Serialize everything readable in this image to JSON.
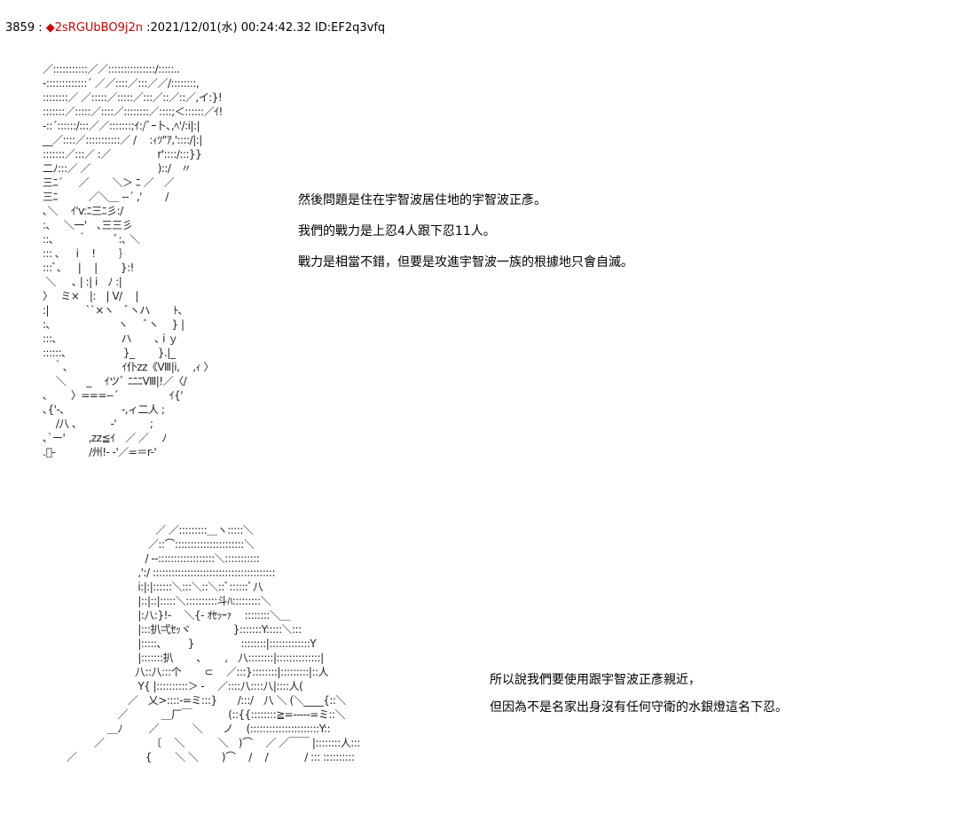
{
  "post": {
    "number": "3859",
    "separator": ":",
    "diamond": "◆",
    "name": "2sRGUbBO9j2n",
    "datetime": ":2021/12/01(水) 00:24:42.32",
    "id": "ID:EF2q3vfq"
  },
  "art": {
    "figure1": "／:::::::::::／／:::::::::::::::/:::::..\n‐:::::::::::::´ ／／::::／:::／／/::::::::,\n::::::::／ ／:::::／:::::／:::／::／::／,イ:}!\n:::::::／:::::／::::／::::::::／::::;＜::::::／ｲ!\n‐::´::::::/:::／／:::::::;ｲ:/ﾞｰ卜､,ﾍ'/:i|:|\n__／::::／:::::::::::／ /　 :ｨﾂ\"ｱ,'::::/|:|\n:::::::／:::／ :／　　　 　 r'::::/:::}}\n二ﾉ:::／ ／ 　　　　　　 )::/　〃\n三ﾆ´ 　 ／　　 ＼＞ ﾆ ／　／\n三ﾆ　　　／＼＿ -‐´ ,' 　　/\n､＼　 ｲ'v:ﾆ三ﾆ彡:/\n:､　 ＼一'　､三三彡\n::､ 　　｀ 　　 ﾞ:､ ＼\n::: ､ 　 i 　!　　 ｝\n:::ﾞ､ 　 | 　|　　 }:!\n ＼ 　 ､ | :| i　ﾉ :|\n〉　 ミ×　|:　| V/　 |\n:|　 　　 ``×ヽ　ﾞヽハ　 　ﾄ､\n:､ 　　　　　　 ヽ 　 ﾞヽ 　} |\n:::､　　　　　　 ハ　　 ､ i ｙ\n::::::､ 　　　　　 }_ 　　}.|_\n　｀､　　　　　 ｲ仆zz《Ⅷ|i, 　,ｨ 〉\n　 ＼　　_　 ｲツﾞ ﾆﾆﾆⅧ|!／〈/\n､　　 〉===-‐´　　　　　ｲ{'\n､{'-､ 　　　　　 ‐,ィ二人 ;\n 　/八 ､　　　 ‐'　　 　;\n､`ー'　 　,zz≦ｲ　／ ／　 ﾉ\n.ﾞ-　　 　/州!‐ -'／=＝r-'",
    "figure2": "　　　　　　　　　　／ ／:::::::::＿ヽ:::::＼\n　　　　　　　　　 ／::⌒::::::::::::::::::::::＼\n　　　　　　　　　/ -‐::::::::::::::::::＼:::::::::::\n　　　　　　　　 ,':/ :::::::::::::::::::::::::::::::::::::::\n　　　　　　　　 i:|:|::::::＼:::＼::＼::ﾞ::::::ﾞ八\n　　　　　　　　 |::|::|:::::＼::::::::::斗ﾊ:::::::::＼\n　　　　　　　　 |:八:}!‐ 　＼{‐ ｵｾｯｰｧ 　::::::::＼＿\n　　　　　　　　 |:::扒弌ｾｯヾ 　 　 　 }:::::::Y:::::＼:::\n　　　　　　　　 |:::::､　 　 } 　　　　 ::::::::|:::::::::::::Y\n　　　　　　　　 |:::::::扒 　　､ 　　,　八::::::::|::::::::::::::|\n　　　　　　　　八::八:::个　　 ⊂　 ／:::}::::::::|:::::::::|::人\n　　　　　　　　 Y{ |::::::::::＞ ‐　 ／::::八::::八|::::人(\n　　　　　　　 ／　乂>::::‐=ミ:::}　　/:::/　八 ＼ (＼____{::＼\n　　　　　　 ／　　　 ＿厂￣　 　　 (::{{::::::::≧=‐‐‐‐‐=ミ::＼\n　　　　 　＿ﾉ 　　 ／　　　 ＼　　ノ　 (::::::::::::::::::::::Y::\n　　　　／　　　 　 〔　 ＼　　　 ＼　)⌒　 ／ ／￣￣ |::::::::人:::\n　 ／ 　 　 　 　 　 {　 　＼ ＼　　 )⌒ 　/ 　/ 　　　 / ::: ::::::::::"
  },
  "text": {
    "block1": [
      "然後問題是住在宇智波居住地的宇智波正彥。",
      "我們的戰力是上忍4人跟下忍11人。",
      "戰力是相當不錯，但要是攻進宇智波一族的根據地只會自滅。"
    ],
    "block2": [
      "所以說我們要使用跟宇智波正彥親近，",
      "但因為不是名家出身沒有任何守衛的水銀燈這名下忍。"
    ]
  }
}
